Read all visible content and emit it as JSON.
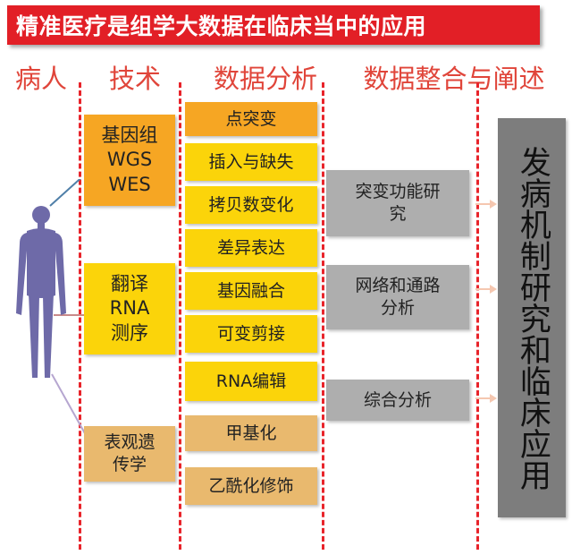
{
  "title": "精准医疗是组学大数据在临床当中的应用",
  "columns": [
    "病人",
    "技术",
    "数据分析",
    "数据整合与阐述"
  ],
  "technologies": [
    {
      "label": "基因组\nWGS\nWES",
      "color": "#f6a623"
    },
    {
      "label": "翻译\nRNA\n测序",
      "color": "#fbd40a"
    },
    {
      "label": "表观遗\n传学",
      "color": "#e9b96e"
    }
  ],
  "analysis": [
    "点突变",
    "插入与缺失",
    "拷贝数变化",
    "差异表达",
    "基因融合",
    "可变剪接",
    "RNA编辑",
    "甲基化",
    "乙酰化修饰"
  ],
  "integration": [
    "突变功能研\n究",
    "网络和通路\n分析",
    "综合分析"
  ],
  "result": "发病机制研究和临床应用",
  "icons": {
    "patient": "human-figure-icon"
  }
}
